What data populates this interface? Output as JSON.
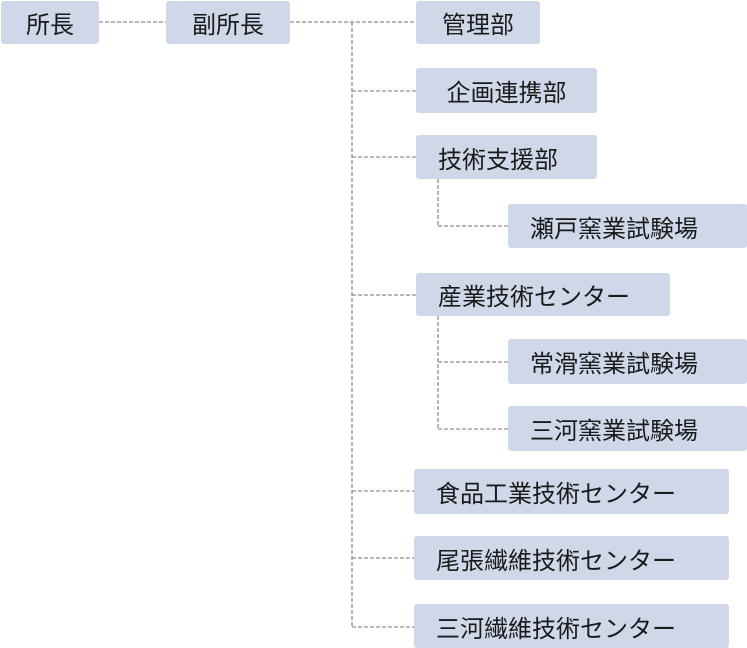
{
  "org_chart": {
    "director": "所長",
    "deputy_director": "副所長",
    "departments": [
      {
        "name": "管理部"
      },
      {
        "name": "企画連携部"
      },
      {
        "name": "技術支援部",
        "subunits": [
          "瀬戸窯業試験場"
        ]
      },
      {
        "name": "産業技術センター",
        "subunits": [
          "常滑窯業試験場",
          "三河窯業試験場"
        ]
      },
      {
        "name": "食品工業技術センター"
      },
      {
        "name": "尾張繊維技術センター"
      },
      {
        "name": "三河繊維技術センター"
      }
    ]
  },
  "colors": {
    "box_fill": "#cfd8e8",
    "connector": "#8f8f8f",
    "text": "#1a1a1a"
  }
}
